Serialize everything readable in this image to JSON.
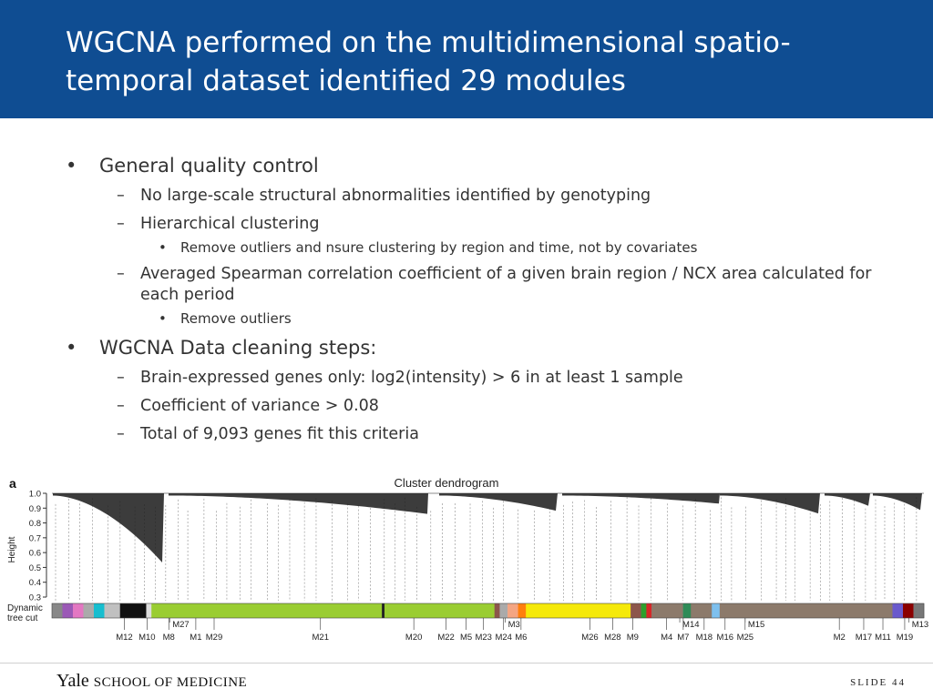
{
  "slide": {
    "title": "WGCNA performed on the multidimensional spatio-temporal dataset identified 29 modules",
    "bullets": [
      {
        "text": "General quality control",
        "children": [
          {
            "text": "No large-scale structural abnormalities identified by genotyping",
            "children": []
          },
          {
            "text": "Hierarchical clustering",
            "children": [
              {
                "text": "Remove outliers and nsure clustering by region and time, not by covariates"
              }
            ]
          },
          {
            "text": "Averaged Spearman correlation coefficient of a given brain region / NCX area calculated for each period",
            "children": [
              {
                "text": "Remove outliers"
              }
            ]
          }
        ]
      },
      {
        "text": "WGCNA Data cleaning steps:",
        "children": [
          {
            "text": "Brain-expressed genes only: log2(intensity) > 6 in at least 1 sample",
            "children": []
          },
          {
            "text": "Coefficient of variance > 0.08",
            "children": []
          },
          {
            "text": "Total of 9,093 genes fit this criteria",
            "children": []
          }
        ]
      }
    ],
    "bullet_symbol_l1": "•",
    "bullet_symbol_l2": "–",
    "bullet_symbol_l3": "•"
  },
  "figure": {
    "panel_letter": "a",
    "title": "Cluster dendrogram",
    "ylabel": "Height",
    "yticks": [
      "1.0",
      "0.9",
      "0.8",
      "0.7",
      "0.6",
      "0.5",
      "0.4",
      "0.3"
    ],
    "track_label_line1": "Dynamic",
    "track_label_line2": "tree cut",
    "module_bar": [
      {
        "color": "#888888",
        "w": 2
      },
      {
        "color": "#9b59b6",
        "w": 2
      },
      {
        "color": "#e377c2",
        "w": 2
      },
      {
        "color": "#aaaaaa",
        "w": 2
      },
      {
        "color": "#17becf",
        "w": 2
      },
      {
        "color": "#c0c0c0",
        "w": 3
      },
      {
        "color": "#111111",
        "w": 5
      },
      {
        "color": "#dddddd",
        "w": 1
      },
      {
        "color": "#9acd32",
        "w": 44
      },
      {
        "color": "#222222",
        "w": 0.5
      },
      {
        "color": "#9acd32",
        "w": 21
      },
      {
        "color": "#8c564b",
        "w": 1
      },
      {
        "color": "#aaaaaa",
        "w": 1.5
      },
      {
        "color": "#f4a582",
        "w": 2
      },
      {
        "color": "#ff7f0e",
        "w": 1.5
      },
      {
        "color": "#f5e90a",
        "w": 20
      },
      {
        "color": "#8c564b",
        "w": 2
      },
      {
        "color": "#2ca02c",
        "w": 1
      },
      {
        "color": "#d62728",
        "w": 1
      },
      {
        "color": "#8c7a6b",
        "w": 6
      },
      {
        "color": "#2e8b57",
        "w": 1.5
      },
      {
        "color": "#8c7a6b",
        "w": 4
      },
      {
        "color": "#7ec0ee",
        "w": 1.5
      },
      {
        "color": "#8c7a6b",
        "w": 33
      },
      {
        "color": "#6a5acd",
        "w": 2
      },
      {
        "color": "#8b0000",
        "w": 2
      },
      {
        "color": "#777777",
        "w": 2
      }
    ],
    "module_labels": {
      "row1": [
        {
          "label": "M27",
          "x": 0.135
        },
        {
          "label": "M3",
          "x": 0.52
        },
        {
          "label": "M14",
          "x": 0.72
        },
        {
          "label": "M15",
          "x": 0.795
        },
        {
          "label": "M13",
          "x": 0.983
        }
      ],
      "row2": [
        {
          "label": "M12",
          "x": 0.083
        },
        {
          "label": "M10",
          "x": 0.109
        },
        {
          "label": "M8",
          "x": 0.134
        },
        {
          "label": "M1",
          "x": 0.165
        },
        {
          "label": "M29",
          "x": 0.186
        },
        {
          "label": "M21",
          "x": 0.308
        },
        {
          "label": "M20",
          "x": 0.415
        },
        {
          "label": "M22",
          "x": 0.452
        },
        {
          "label": "M5",
          "x": 0.475
        },
        {
          "label": "M23",
          "x": 0.495
        },
        {
          "label": "M24",
          "x": 0.518
        },
        {
          "label": "M6",
          "x": 0.538
        },
        {
          "label": "M26",
          "x": 0.617
        },
        {
          "label": "M28",
          "x": 0.643
        },
        {
          "label": "M9",
          "x": 0.666
        },
        {
          "label": "M4",
          "x": 0.705
        },
        {
          "label": "M7",
          "x": 0.724
        },
        {
          "label": "M18",
          "x": 0.748
        },
        {
          "label": "M16",
          "x": 0.772
        },
        {
          "label": "M25",
          "x": 0.795
        },
        {
          "label": "M2",
          "x": 0.903
        },
        {
          "label": "M17",
          "x": 0.931
        },
        {
          "label": "M11",
          "x": 0.953
        },
        {
          "label": "M19",
          "x": 0.978
        }
      ]
    }
  },
  "footer": {
    "brand": "Yale",
    "school": "SCHOOL OF MEDICINE",
    "slide_label": "SLIDE 44"
  },
  "colors": {
    "header_bg": "#0f4d92",
    "title_text": "#ffffff",
    "body_text": "#333333"
  }
}
